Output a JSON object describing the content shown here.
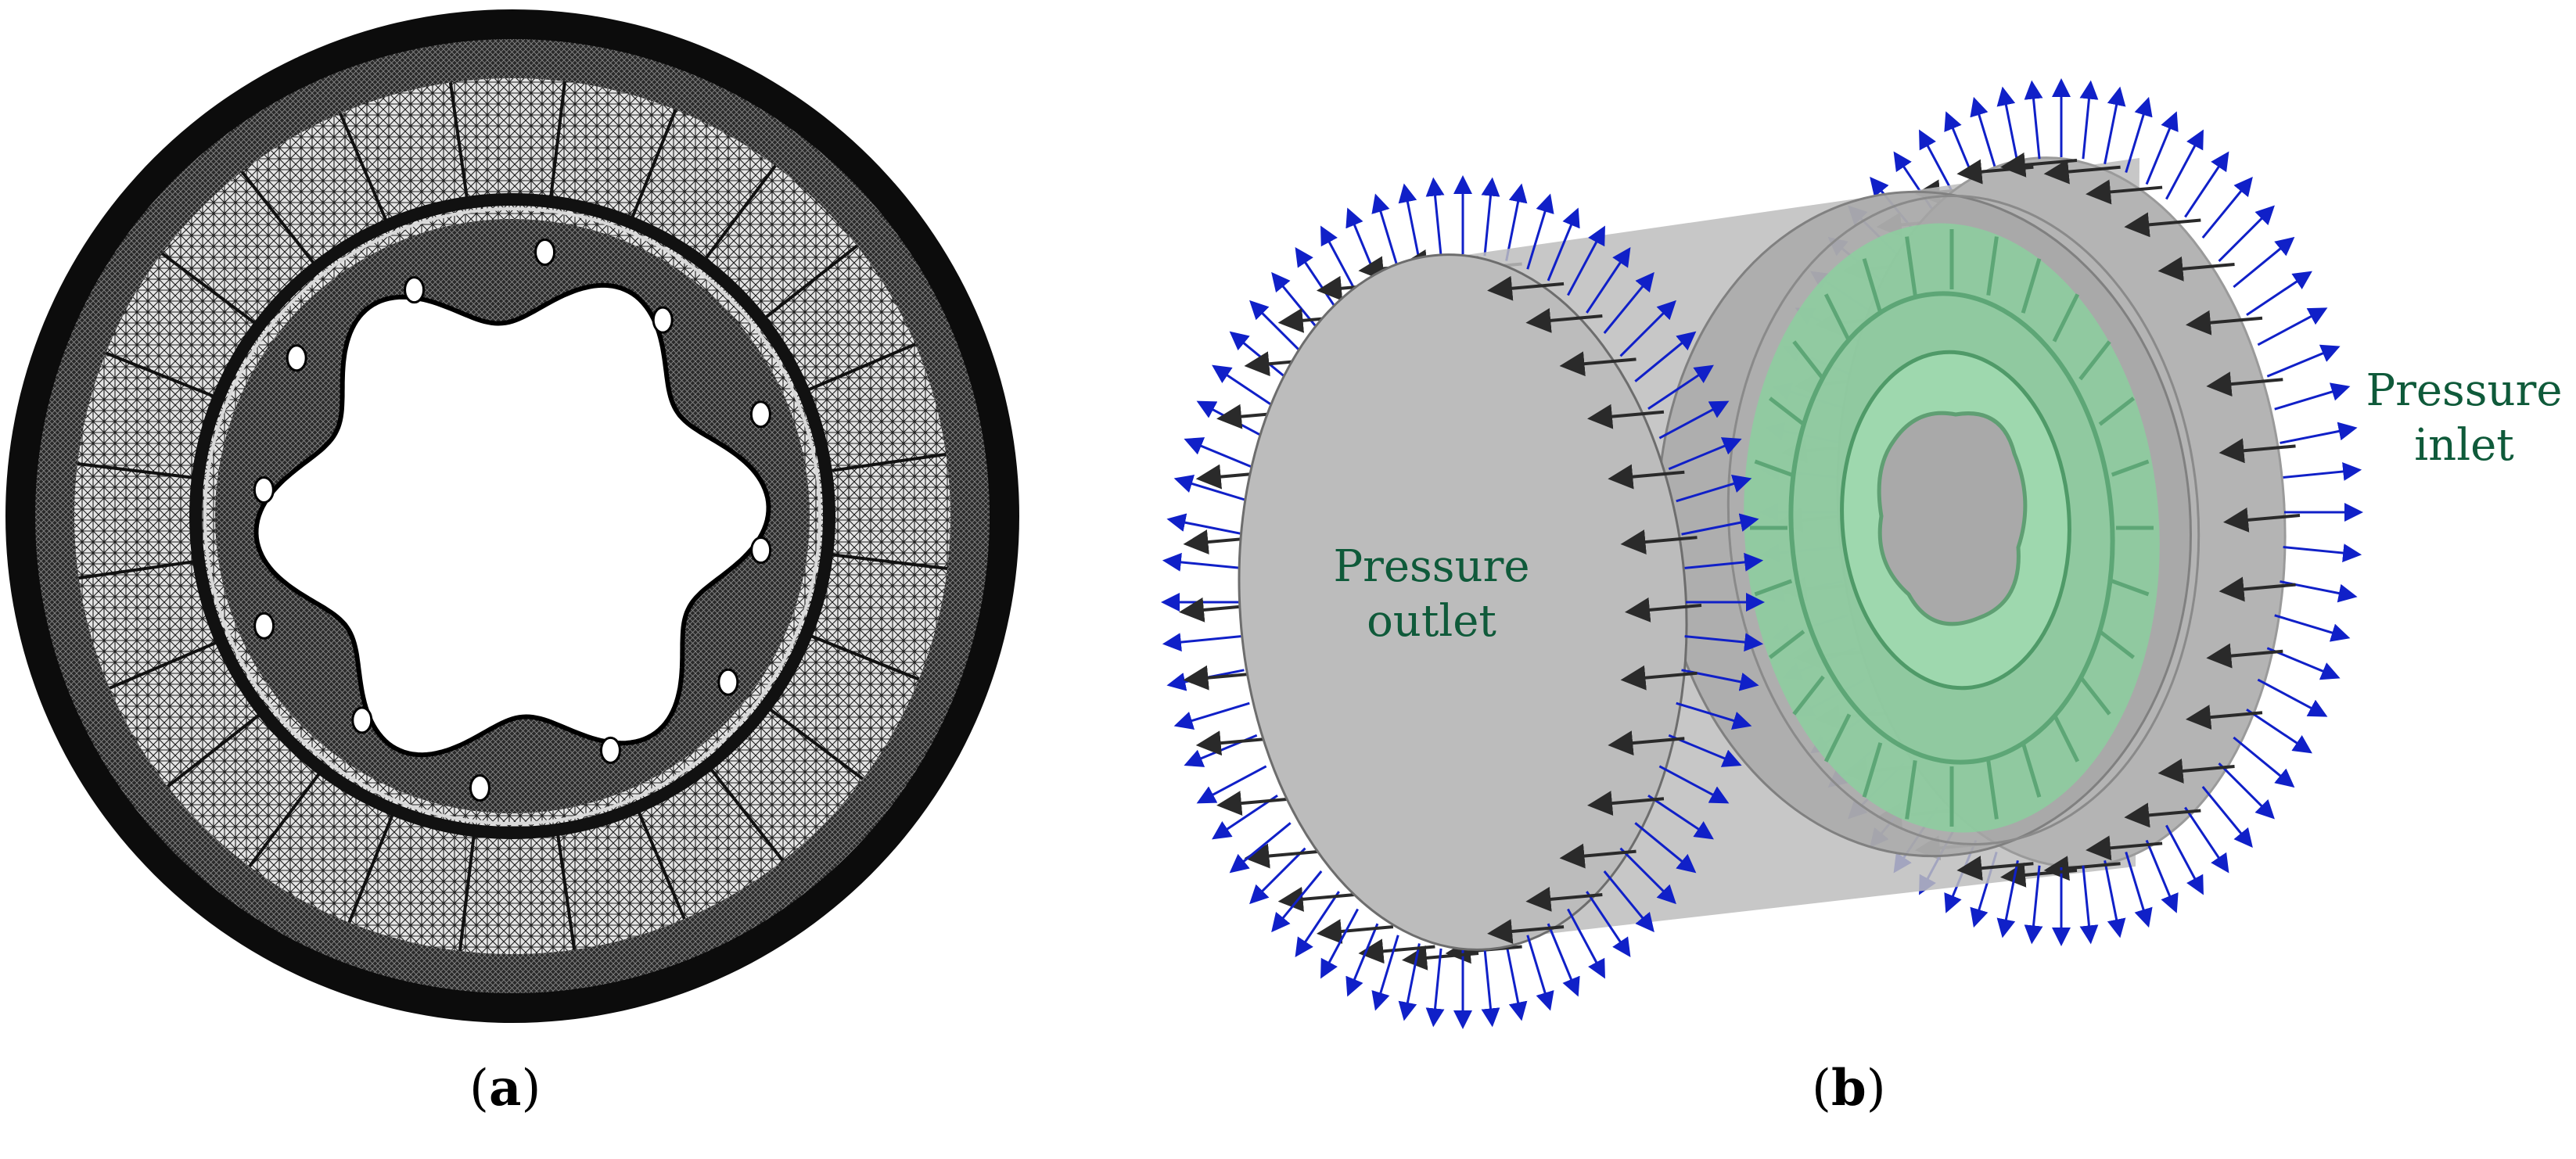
{
  "panel_a": {
    "caption_open": "(",
    "caption_letter": "a",
    "caption_close": ")",
    "holes": 12,
    "radial_segments": 24
  },
  "panel_b": {
    "caption_open": "(",
    "caption_letter": "b",
    "caption_close": ")",
    "outlet_label_line1": "Pressure",
    "outlet_label_line2": "outlet",
    "inlet_label_line1": "Pressure",
    "inlet_label_line2": "inlet"
  },
  "colors": {
    "mesh_dark": "#0a0a0a",
    "mesh_light": "#e8e8e8",
    "domain_gray": "#b9b9b9",
    "disc_green": "#8fd0a0",
    "arrow_blue": "#1020c8",
    "arrow_black": "#2a2a2a",
    "label_green": "#0f5a3a"
  }
}
